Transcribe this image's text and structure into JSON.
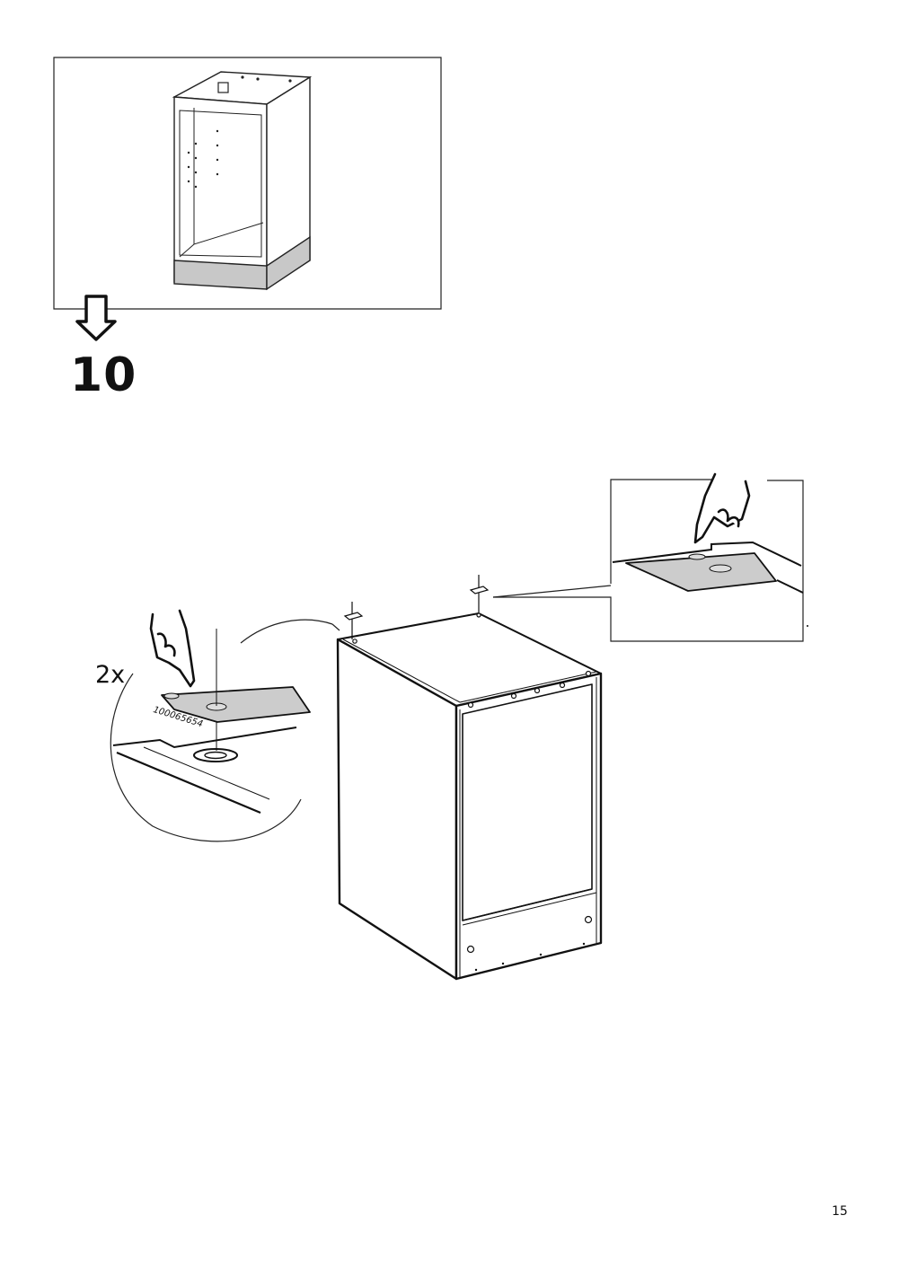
{
  "step": {
    "number": "10"
  },
  "detail": {
    "quantity": "2x",
    "part_number": "100065654"
  },
  "footer": {
    "page_number": "15"
  }
}
